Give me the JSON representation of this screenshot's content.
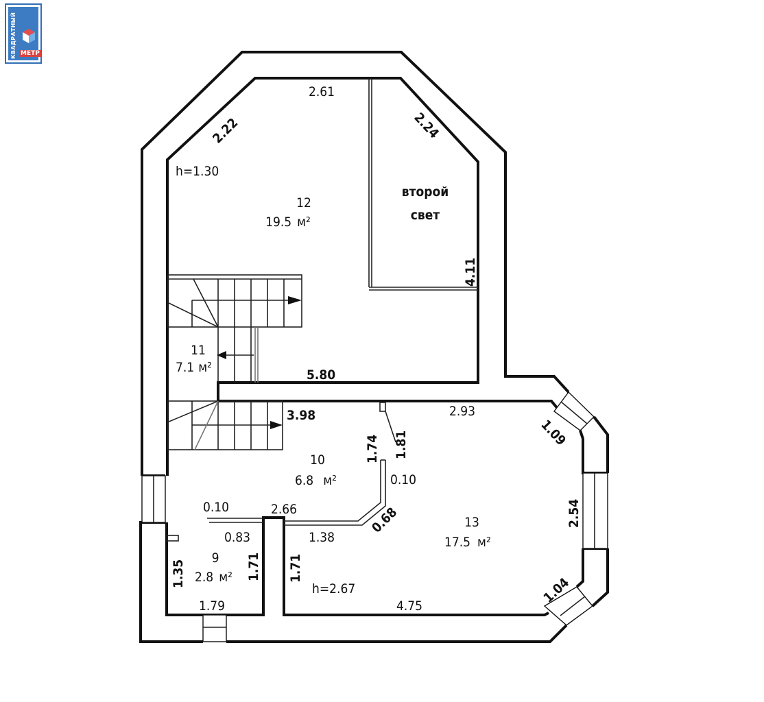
{
  "logo": {
    "line1": "КВАДРАТНЫЙ",
    "line2": "МЕТР",
    "colors": {
      "blue": "#3d7cc2",
      "red": "#d9423f"
    }
  },
  "plan": {
    "rooms": [
      {
        "id": "12",
        "number": "12",
        "area": "19.5",
        "unit": "м²",
        "height_note": "h=1.30"
      },
      {
        "id": "11",
        "number": "11",
        "area": "7.1",
        "unit": "м²"
      },
      {
        "id": "10",
        "number": "10",
        "area": "6.8",
        "unit": "м²"
      },
      {
        "id": "9",
        "number": "9",
        "area": "2.8",
        "unit": "м²"
      },
      {
        "id": "13",
        "number": "13",
        "area": "17.5",
        "unit": "м²",
        "height_note": "h=2.67"
      }
    ],
    "second_light": {
      "line1": "второй",
      "line2": "свет"
    },
    "dimensions": {
      "d_2_61": "2.61",
      "d_2_22": "2.22",
      "d_2_24": "2.24",
      "d_4_11": "4.11",
      "d_5_80": "5.80",
      "d_3_98": "3.98",
      "d_2_93": "2.93",
      "d_1_09": "1.09",
      "d_1_74": "1.74",
      "d_1_81": "1.81",
      "d_0_10_a": "0.10",
      "d_0_10_b": "0.10",
      "d_2_66": "2.66",
      "d_0_83": "0.83",
      "d_1_38": "1.38",
      "d_0_68": "0.68",
      "d_2_54": "2.54",
      "d_1_35": "1.35",
      "d_1_71_a": "1.71",
      "d_1_71_b": "1.71",
      "d_1_79": "1.79",
      "d_4_75": "4.75",
      "d_1_04": "1.04"
    }
  }
}
